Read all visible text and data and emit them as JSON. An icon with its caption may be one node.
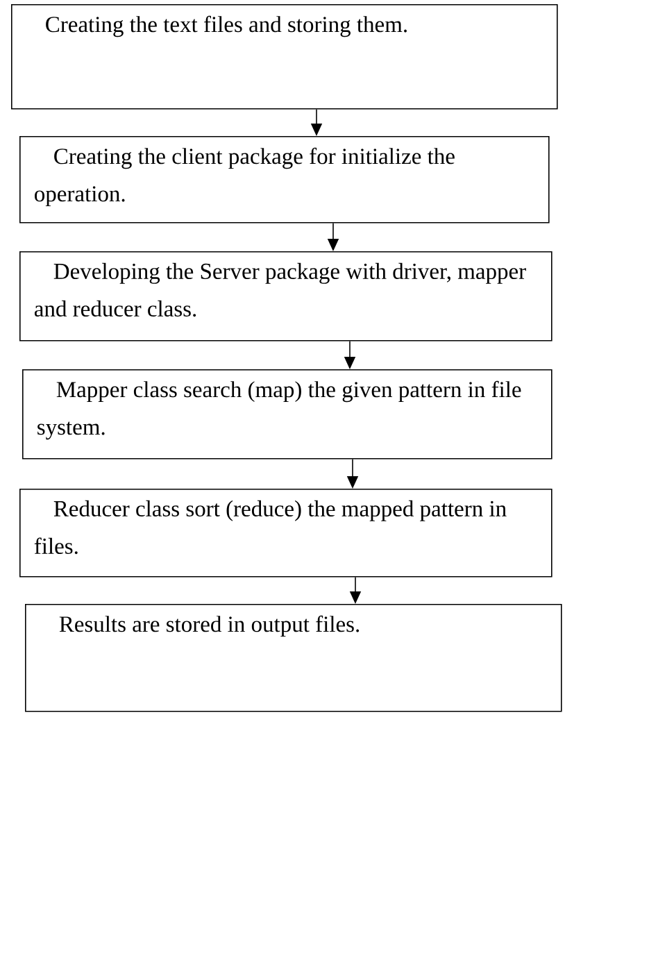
{
  "diagram": {
    "nodes": [
      {
        "text": [
          "Creating the text files and storing them."
        ]
      },
      {
        "text": [
          "Creating the client package for initialize the operation."
        ]
      },
      {
        "text": [
          "Developing the Server package with driver, mapper and reducer class."
        ]
      },
      {
        "text": [
          "Mapper class search (map) the given pattern in file system."
        ]
      },
      {
        "text": [
          "Reducer class sort (reduce) the mapped pattern in files."
        ]
      },
      {
        "text": [
          "Results are stored in output files."
        ]
      }
    ],
    "edges": [
      {
        "from": 0,
        "to": 1,
        "arrow": "to"
      },
      {
        "from": 1,
        "to": 2,
        "arrow": "to"
      },
      {
        "from": 2,
        "to": 3,
        "arrow": "to"
      },
      {
        "from": 3,
        "to": 4,
        "arrow": "to"
      },
      {
        "from": 4,
        "to": 5,
        "arrow": "to"
      }
    ]
  }
}
